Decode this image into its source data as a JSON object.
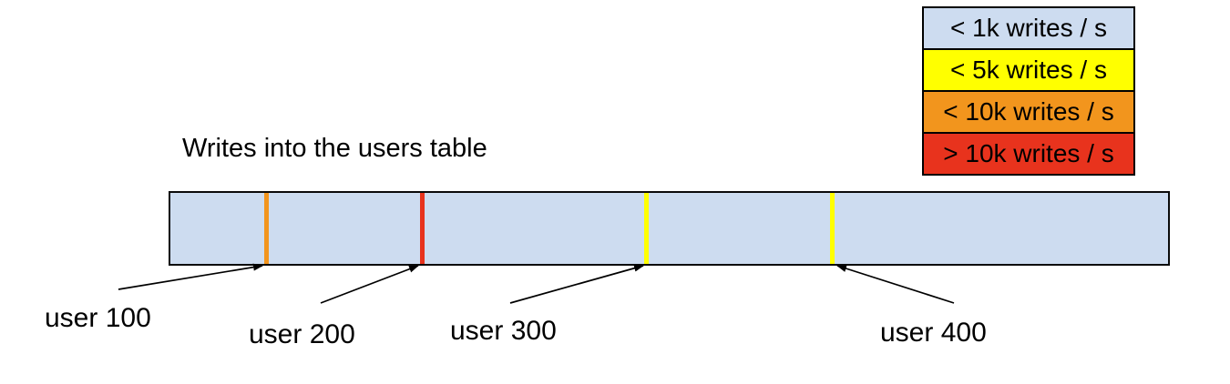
{
  "title": "Writes into the users table",
  "legend": {
    "items": [
      {
        "label": "< 1k writes / s",
        "color": "#cddcf0"
      },
      {
        "label": "< 5k writes / s",
        "color": "#ffff00"
      },
      {
        "label": "< 10k writes / s",
        "color": "#f2951d"
      },
      {
        "label": "> 10k writes / s",
        "color": "#e8331d"
      }
    ]
  },
  "bar": {
    "fill": "#cddcf0",
    "markers": [
      {
        "label": "user 100",
        "color": "#f2951d",
        "rate_category": "< 10k writes / s",
        "position_frac": 0.094
      },
      {
        "label": "user 200",
        "color": "#e8331d",
        "rate_category": "> 10k writes / s",
        "position_frac": 0.25
      },
      {
        "label": "user 300",
        "color": "#ffff00",
        "rate_category": "< 5k writes / s",
        "position_frac": 0.475
      },
      {
        "label": "user 400",
        "color": "#ffff00",
        "rate_category": "< 5k writes / s",
        "position_frac": 0.661
      }
    ]
  }
}
